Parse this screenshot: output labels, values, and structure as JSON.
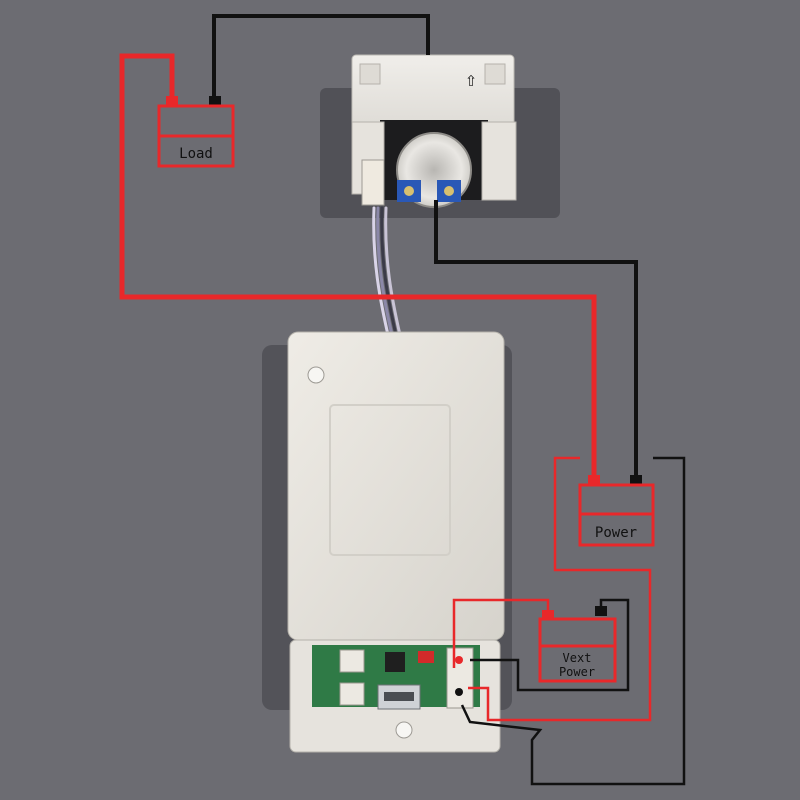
{
  "labels": {
    "load": "Load",
    "power": "Power",
    "vext_line1": "Vext",
    "vext_line2": "Power",
    "sensor_arrow": "⇧"
  },
  "colors": {
    "background": "#6c6c72",
    "wire_positive": "#e8282a",
    "wire_negative": "#111111",
    "enclosure": "#e6e3dd",
    "pcb": "#2f7a46"
  },
  "icons": {
    "current_sensor": "current-sensor-icon",
    "meter_enclosure": "enclosure-icon",
    "usb_port": "usb-port-icon",
    "battery": "battery-icon"
  }
}
